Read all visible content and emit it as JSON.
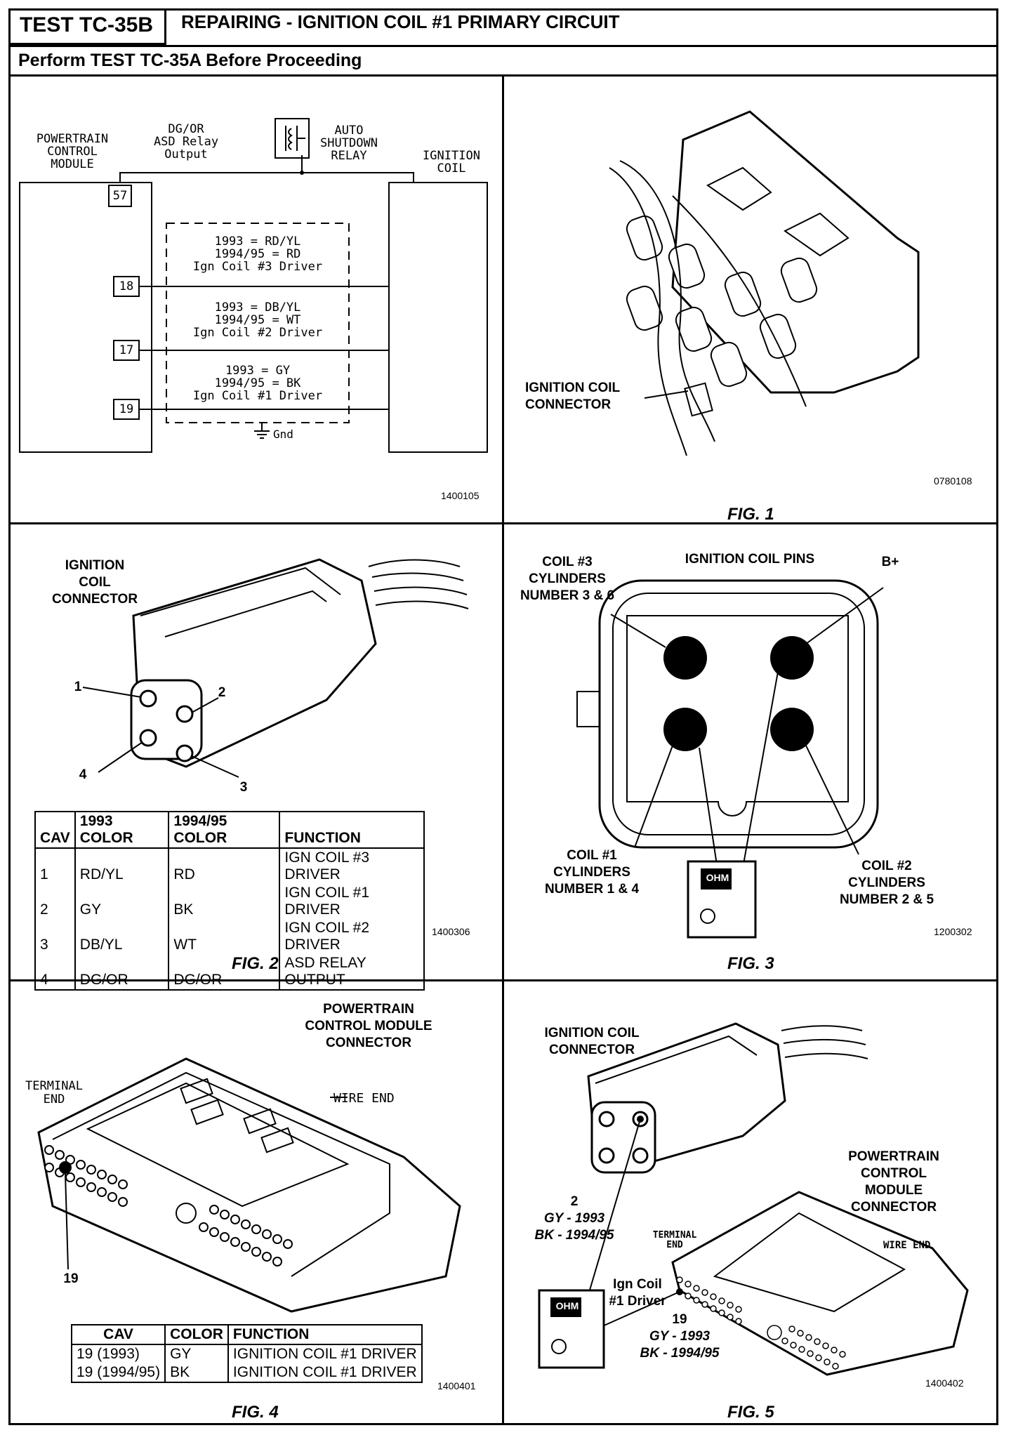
{
  "header": {
    "test_id": "TEST TC-35B",
    "title": "REPAIRING - IGNITION COIL #1 PRIMARY CIRCUIT",
    "subtitle": "Perform TEST TC-35A Before Proceeding"
  },
  "schematic": {
    "pcm_label": [
      "POWERTRAIN",
      "CONTROL",
      "MODULE"
    ],
    "asd_output": [
      "DG/OR",
      "ASD Relay",
      "Output"
    ],
    "relay_label": [
      "AUTO",
      "SHUTDOWN",
      "RELAY"
    ],
    "coil_label": [
      "IGNITION",
      "COIL"
    ],
    "pins": [
      "57",
      "18",
      "17",
      "19"
    ],
    "circuits": [
      [
        "1993 = RD/YL",
        "1994/95 = RD",
        "Ign Coil #3 Driver"
      ],
      [
        "1993 = DB/YL",
        "1994/95 = WT",
        "Ign Coil #2 Driver"
      ],
      [
        "1993 = GY",
        "1994/95 = BK",
        "Ign Coil #1 Driver"
      ]
    ],
    "gnd": "Gnd",
    "code": "1400105"
  },
  "fig1": {
    "label": [
      "IGNITION COIL",
      "CONNECTOR"
    ],
    "code": "0780108",
    "caption": "FIG. 1"
  },
  "fig2": {
    "label": [
      "IGNITION",
      "COIL",
      "CONNECTOR"
    ],
    "callouts": [
      "1",
      "2",
      "4",
      "3"
    ],
    "table_header": [
      "CAV",
      "1993 COLOR",
      "1994/95 COLOR",
      "FUNCTION"
    ],
    "rows": [
      [
        "1",
        "RD/YL",
        "RD",
        "IGN COIL #3 DRIVER"
      ],
      [
        "2",
        "GY",
        "BK",
        "IGN COIL #1 DRIVER"
      ],
      [
        "3",
        "DB/YL",
        "WT",
        "IGN COIL #2 DRIVER"
      ],
      [
        "4",
        "DG/OR",
        "DG/OR",
        "ASD RELAY OUTPUT"
      ]
    ],
    "code": "1400306",
    "caption": "FIG. 2"
  },
  "fig3": {
    "title": "IGNITION COIL PINS",
    "coil3": [
      "COIL #3",
      "CYLINDERS",
      "NUMBER 3 & 6"
    ],
    "bplus": "B+",
    "coil1": [
      "COIL #1",
      "CYLINDERS",
      "NUMBER 1 & 4"
    ],
    "coil2": [
      "COIL #2",
      "CYLINDERS",
      "NUMBER 2 & 5"
    ],
    "meter": "OHM",
    "code": "1200302",
    "caption": "FIG. 3"
  },
  "fig4": {
    "label": [
      "POWERTRAIN",
      "CONTROL MODULE",
      "CONNECTOR"
    ],
    "terminal_end": [
      "TERMINAL",
      "END"
    ],
    "wire_end": "WIRE END",
    "pin": "19",
    "table_header": [
      "CAV",
      "COLOR",
      "FUNCTION"
    ],
    "rows": [
      [
        "19 (1993)",
        "GY",
        "IGNITION COIL #1 DRIVER"
      ],
      [
        "19 (1994/95)",
        "BK",
        "IGNITION COIL #1 DRIVER"
      ]
    ],
    "code": "1400401",
    "caption": "FIG. 4"
  },
  "fig5": {
    "coil_label": [
      "IGNITION COIL",
      "CONNECTOR"
    ],
    "pcm_label": [
      "POWERTRAIN",
      "CONTROL",
      "MODULE",
      "CONNECTOR"
    ],
    "terminal_end": [
      "TERMINAL",
      "END"
    ],
    "wire_end": "WIRE END",
    "pin2": "2",
    "pin2_colors": [
      "GY - 1993",
      "BK - 1994/95"
    ],
    "driver_label": [
      "Ign Coil",
      "#1 Driver"
    ],
    "pin19": "19",
    "pin19_colors": [
      "GY - 1993",
      "BK - 1994/95"
    ],
    "meter": "OHM",
    "code": "1400402",
    "caption": "FIG. 5"
  }
}
